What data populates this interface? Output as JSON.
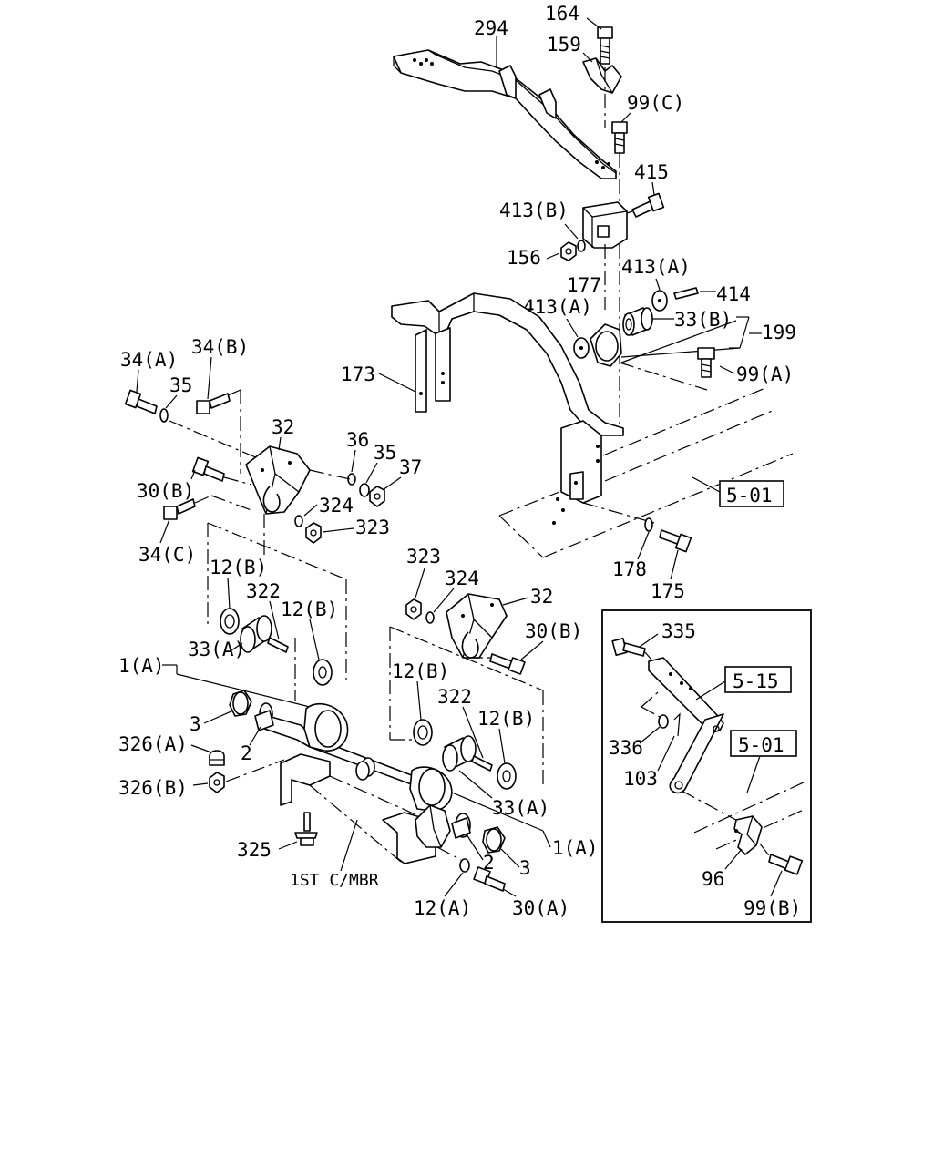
{
  "callouts": {
    "c294": "294",
    "c164": "164",
    "c159": "159",
    "c99c": "99(C)",
    "c415": "415",
    "c413b": "413(B)",
    "c156": "156",
    "c177": "177",
    "c413a_top": "413(A)",
    "c414": "414",
    "c413a_mid": "413(A)",
    "c33b": "33(B)",
    "c199": "199",
    "c173": "173",
    "c99a": "99(A)",
    "c34a": "34(A)",
    "c34b": "34(B)",
    "c35_left": "35",
    "c32_left": "32",
    "c36": "36",
    "c35_right": "35",
    "c37": "37",
    "c30b_left": "30(B)",
    "c324_left": "324",
    "c323_left": "323",
    "c34c": "34(C)",
    "c12b_1": "12(B)",
    "c322_left": "322",
    "c12b_2": "12(B)",
    "c33a_left": "33(A)",
    "c1a_left": "1(A)",
    "c3_left": "3",
    "c2_left": "2",
    "c326a": "326(A)",
    "c326b": "326(B)",
    "c325": "325",
    "c1st_mbr": "1ST C/MBR",
    "c323_right": "323",
    "c324_right": "324",
    "c32_right": "32",
    "c30b_right": "30(B)",
    "c12b_3": "12(B)",
    "c322_right": "322",
    "c12b_4": "12(B)",
    "c33a_right": "33(A)",
    "c1a_right": "1(A)",
    "c3_right": "3",
    "c2_right": "2",
    "c12a": "12(A)",
    "c30a": "30(A)",
    "c178": "178",
    "c175": "175",
    "c335": "335",
    "c336": "336",
    "c103": "103",
    "c96": "96",
    "c99b": "99(B)"
  },
  "ref_boxes": {
    "ref_501_main": "5-01",
    "ref_515_inset": "5-15",
    "ref_501_inset": "5-01"
  }
}
